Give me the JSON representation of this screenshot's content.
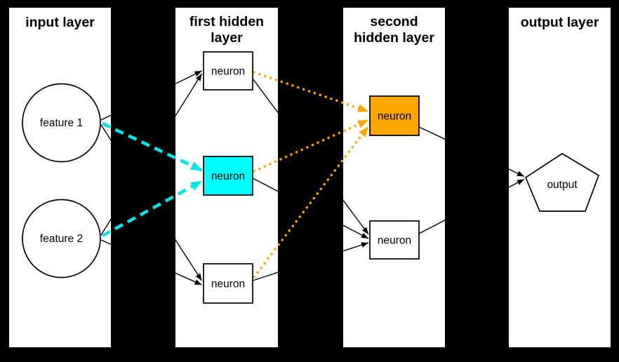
{
  "diagram": {
    "type": "neural-network-diagram",
    "background": "#000000",
    "panel_color": "#ffffff",
    "colors": {
      "edge": "#000000",
      "text": "#000000",
      "node_border": "#000000",
      "highlight_cyan": "#00e5e5",
      "cyan_fill": "#00ffff",
      "orange": "#ffa500",
      "white": "#ffffff"
    },
    "panels": [
      {
        "id": "input-layer",
        "title_lines": [
          "input layer"
        ]
      },
      {
        "id": "first-hidden-layer",
        "title_lines": [
          "first hidden",
          "layer"
        ]
      },
      {
        "id": "second-hidden-layer",
        "title_lines": [
          "second",
          "hidden layer"
        ]
      },
      {
        "id": "output-layer",
        "title_lines": [
          "output layer"
        ]
      }
    ],
    "nodes": [
      {
        "id": "feature-1",
        "label": "feature 1",
        "shape": "circle",
        "fill": "#ffffff",
        "layer": "input-layer"
      },
      {
        "id": "feature-2",
        "label": "feature 2",
        "shape": "circle",
        "fill": "#ffffff",
        "layer": "input-layer"
      },
      {
        "id": "h1-neuron-top",
        "label": "neuron",
        "shape": "rect",
        "fill": "#ffffff",
        "layer": "first-hidden-layer"
      },
      {
        "id": "h1-neuron-middle",
        "label": "neuron",
        "shape": "rect",
        "fill": "#00ffff",
        "layer": "first-hidden-layer"
      },
      {
        "id": "h1-neuron-bottom",
        "label": "neuron",
        "shape": "rect",
        "fill": "#ffffff",
        "layer": "first-hidden-layer"
      },
      {
        "id": "h2-neuron-top",
        "label": "neuron",
        "shape": "rect",
        "fill": "#ffa500",
        "layer": "second-hidden-layer"
      },
      {
        "id": "h2-neuron-bottom",
        "label": "neuron",
        "shape": "rect",
        "fill": "#ffffff",
        "layer": "second-hidden-layer"
      },
      {
        "id": "output",
        "label": "output",
        "shape": "pentagon",
        "fill": "#ffffff",
        "layer": "output-layer"
      }
    ],
    "edges": {
      "solid_black": [
        {
          "from": "feature-1",
          "to": "h1-neuron-top"
        },
        {
          "from": "feature-1",
          "to": "h1-neuron-bottom"
        },
        {
          "from": "feature-2",
          "to": "h1-neuron-top"
        },
        {
          "from": "feature-2",
          "to": "h1-neuron-bottom"
        },
        {
          "from": "h1-neuron-top",
          "to": "h2-neuron-bottom"
        },
        {
          "from": "h1-neuron-middle",
          "to": "h2-neuron-bottom"
        },
        {
          "from": "h1-neuron-bottom",
          "to": "h2-neuron-bottom"
        },
        {
          "from": "h2-neuron-top",
          "to": "output"
        },
        {
          "from": "h2-neuron-bottom",
          "to": "output"
        }
      ],
      "dashed_cyan": [
        {
          "from": "feature-1",
          "to": "h1-neuron-middle"
        },
        {
          "from": "feature-2",
          "to": "h1-neuron-middle"
        }
      ],
      "dotted_orange": [
        {
          "from": "h1-neuron-top",
          "to": "h2-neuron-top"
        },
        {
          "from": "h1-neuron-middle",
          "to": "h2-neuron-top"
        },
        {
          "from": "h1-neuron-bottom",
          "to": "h2-neuron-top"
        }
      ]
    }
  }
}
